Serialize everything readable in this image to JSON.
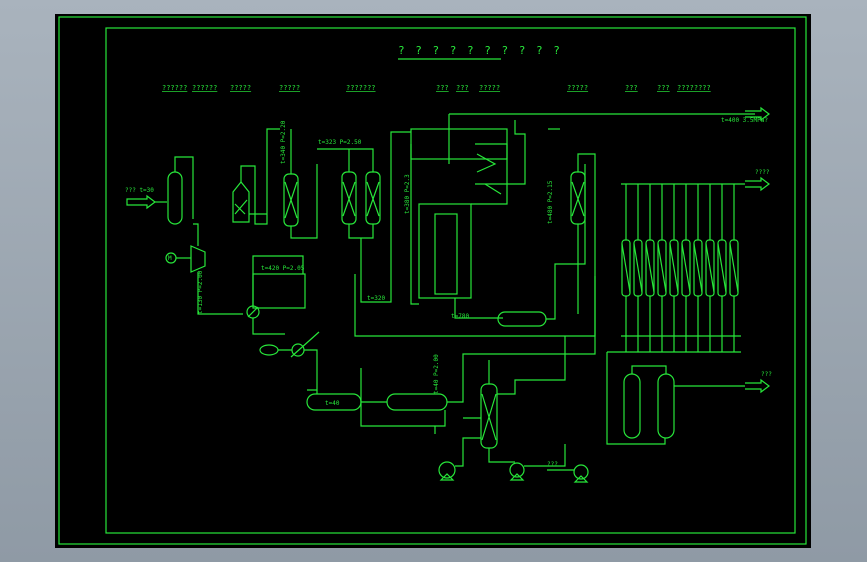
{
  "drawing": {
    "title": "? ? ? ? ? ? ? ? ? ?",
    "section_labels": [
      "?????? ??????",
      "?????",
      "?????",
      "???????",
      "???  ???  ?????",
      "?????",
      "???",
      "???  ????????"
    ],
    "sections_split": [
      "??????",
      "??????",
      "?????",
      "?????",
      "???????",
      "???",
      "???",
      "?????",
      "?????",
      "???",
      "???",
      "????????"
    ],
    "inlet_label": "??? t=30",
    "outlets": {
      "top": "t=400  3.5MPa?",
      "middle": "????",
      "bottom": "???"
    },
    "pump_label": "???",
    "motor_label": "M",
    "conditions": {
      "compressor_out": "t=130  P=2.00",
      "col1_top": "t=340  P=2.20",
      "reactor_pair": "t=323  P=2.50",
      "line_320": "t=320",
      "hx_top": "t=420  P=2.05",
      "reformer_side": "t=380  P=2.3",
      "furnace_bottom": "t=780",
      "right_col": "t=480  P=2.15",
      "sep1": "t=40",
      "sep2_line": "t=40  P=2.00"
    },
    "colors": {
      "line": "#27e63a",
      "paper": "#000000",
      "frame_bg": "#8f9aa5"
    }
  }
}
